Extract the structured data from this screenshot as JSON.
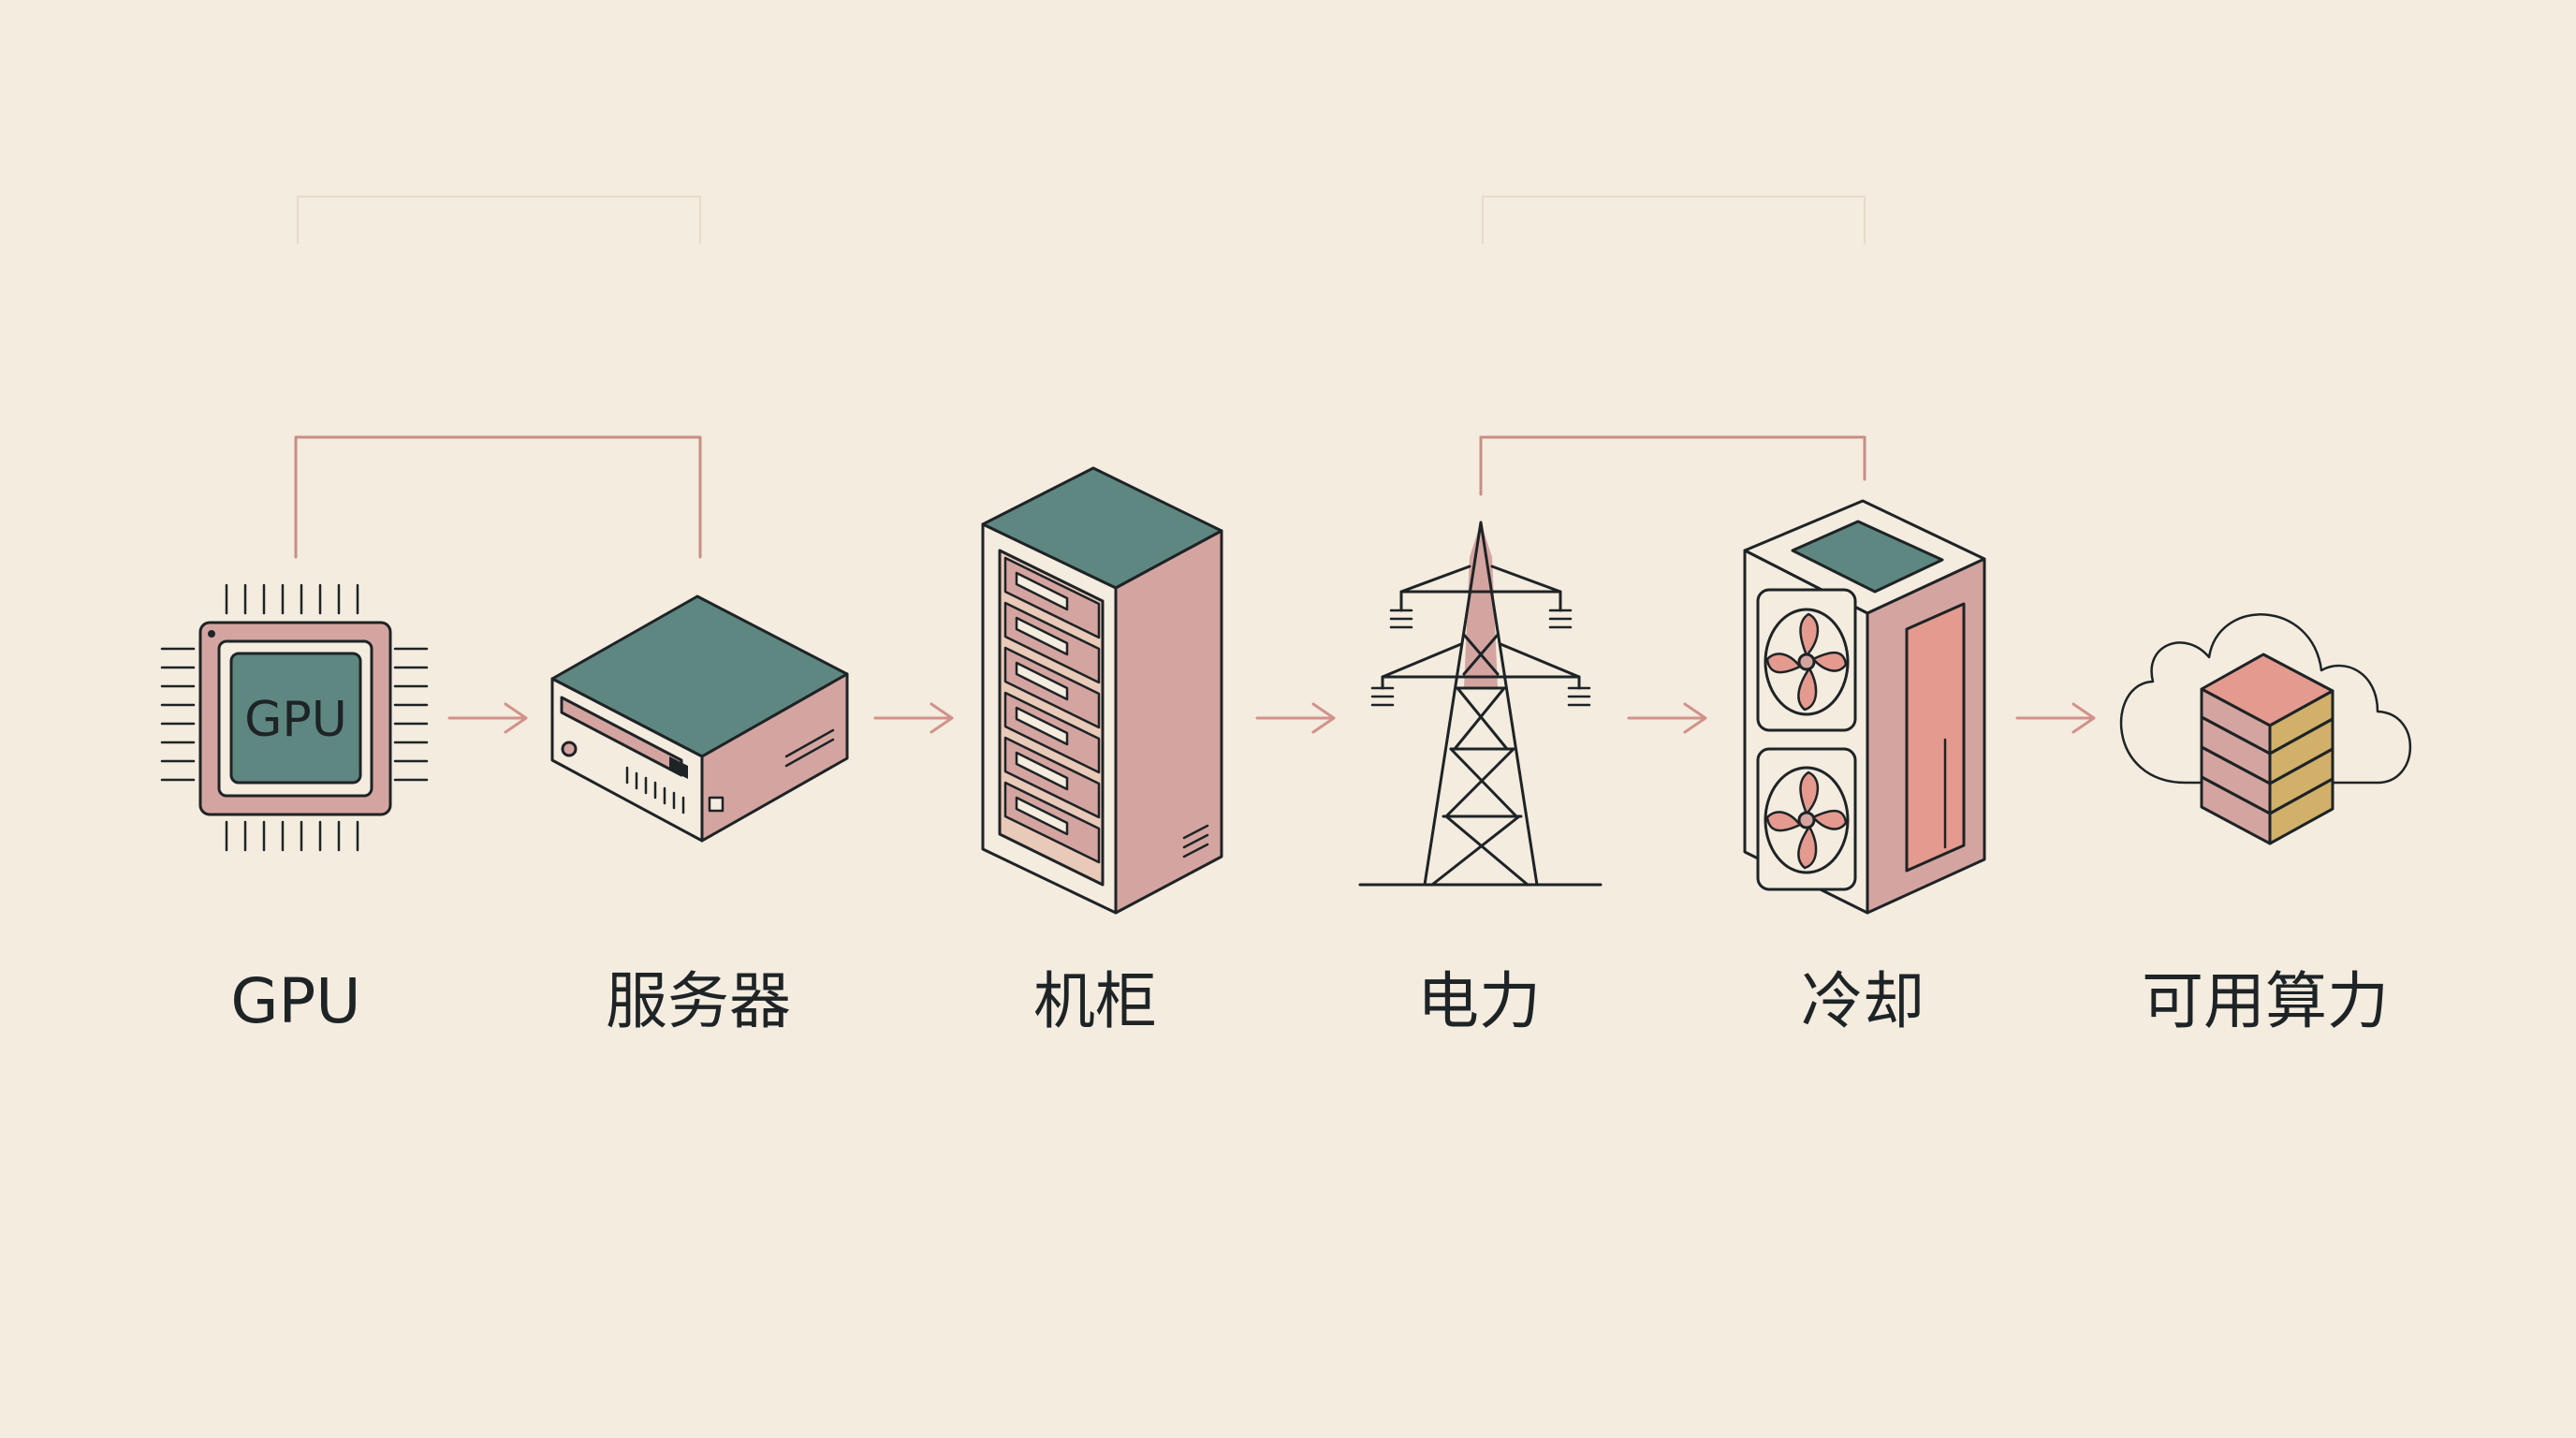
{
  "colors": {
    "background": "#f3ecdf",
    "ink": "#1e2326",
    "teal": "#5f8782",
    "pink": "#d4a5a0",
    "pink_dark": "#e49a8e",
    "gold": "#d1b06a",
    "connector": "#c98e86"
  },
  "chip_text": "GPU",
  "steps": [
    {
      "id": "gpu",
      "label": "GPU",
      "icon": "gpu-chip-icon"
    },
    {
      "id": "server",
      "label": "服务器",
      "icon": "server-icon"
    },
    {
      "id": "rack",
      "label": "机柜",
      "icon": "server-rack-icon"
    },
    {
      "id": "power",
      "label": "电力",
      "icon": "power-tower-icon"
    },
    {
      "id": "cooling",
      "label": "冷却",
      "icon": "cooling-unit-icon"
    },
    {
      "id": "compute",
      "label": "可用算力",
      "icon": "cloud-compute-icon"
    }
  ]
}
